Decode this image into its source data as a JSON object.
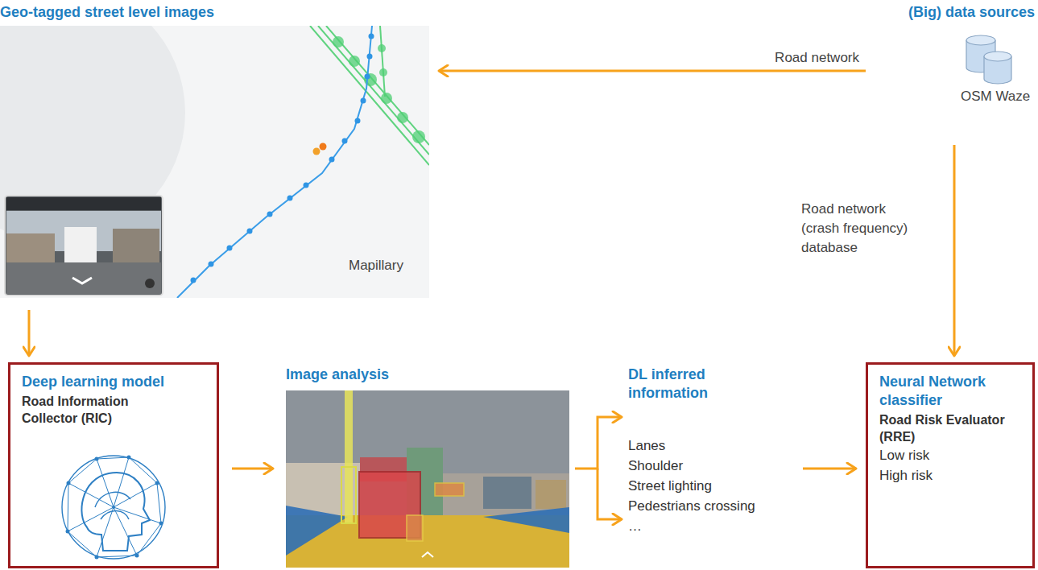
{
  "diagram": {
    "nodes": [
      {
        "text": [
          "Geo-tagged street level images",
          "Mapillary"
        ]
      },
      {
        "text": [
          "(Big) data sources",
          "OSM Waze"
        ]
      },
      {
        "text": [
          "Deep learning model",
          "Road Information Collector (RIC)"
        ]
      },
      {
        "text": [
          "Image analysis"
        ]
      },
      {
        "text": [
          "DL inferred information",
          "Lanes",
          "Shoulder",
          "Street lighting",
          "Pedestrians crossing",
          "…"
        ]
      },
      {
        "text": [
          "Neural Network classifier",
          "Road Risk Evaluator (RRE)",
          "Low risk",
          "High risk"
        ]
      }
    ],
    "edges": [
      {
        "from": 1,
        "to": 0,
        "label": "Road network",
        "arrow": "to"
      },
      {
        "from": 1,
        "to": 5,
        "label": "Road network (crash frequency) database",
        "arrow": "to"
      },
      {
        "from": 0,
        "to": 2,
        "arrow": "to"
      },
      {
        "from": 2,
        "to": 3,
        "arrow": "to"
      },
      {
        "from": 3,
        "to": 4,
        "arrow": "to"
      },
      {
        "from": 4,
        "to": 5,
        "arrow": "to"
      }
    ]
  }
}
